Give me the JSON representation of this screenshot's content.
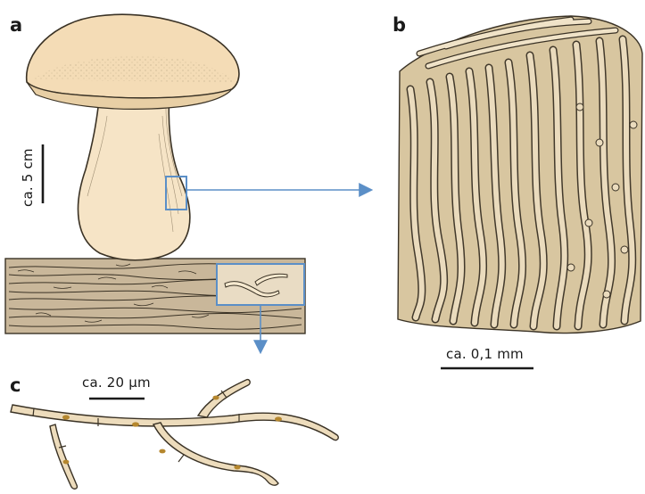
{
  "panels": {
    "a": {
      "letter": "a",
      "scale_label": "ca. 5 cm"
    },
    "b": {
      "letter": "b",
      "scale_label": "ca. 0,1 mm"
    },
    "c": {
      "letter": "c",
      "scale_label": "ca. 20 µm"
    }
  },
  "colors": {
    "cap": "#f4dcb6",
    "stem": "#f6e4c6",
    "soil": "#c9b79a",
    "hypha_fill": "#e2d2b0",
    "hypha_outline": "#3a3225",
    "nucleus": "#b5872e",
    "callout": "#5b8fc7"
  },
  "icons": [
    "mushroom-drawing",
    "soil-mycelium",
    "hyphae-block",
    "branched-hypha"
  ]
}
